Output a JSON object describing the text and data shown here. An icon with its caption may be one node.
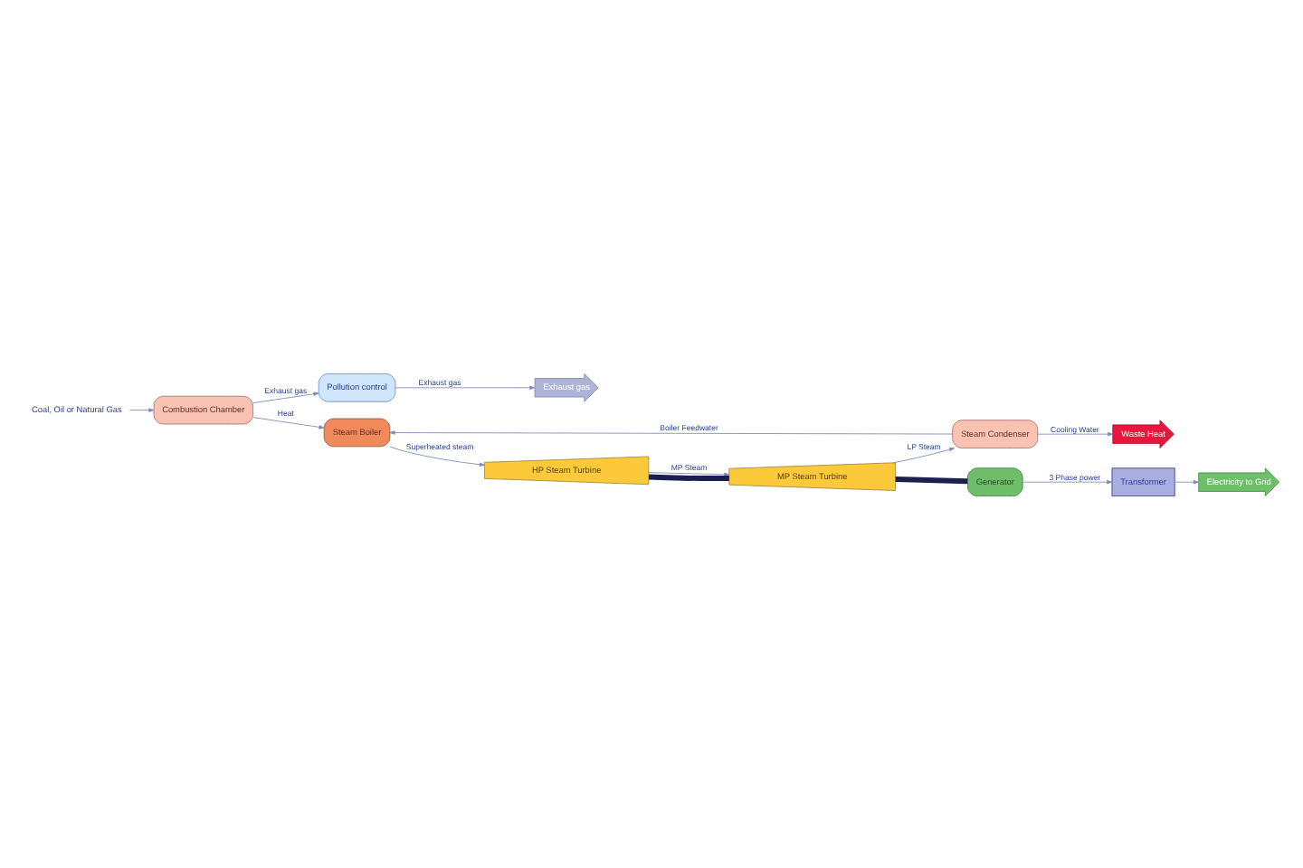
{
  "diagram": {
    "nodes": [
      {
        "text": [
          "Pollution control"
        ]
      },
      {
        "text": [
          "Exhaust gas"
        ]
      },
      {
        "text": [
          "Coal, Oil or Natural Gas"
        ]
      },
      {
        "text": [
          "Combustion Chamber"
        ]
      },
      {
        "text": [
          "Steam Boiler"
        ]
      },
      {
        "text": [
          "Steam Condenser"
        ]
      },
      {
        "text": [
          "Waste Heat"
        ]
      },
      {
        "text": [
          "HP Steam Turbine"
        ]
      },
      {
        "text": [
          "MP Steam Turbine"
        ]
      },
      {
        "text": [
          "Generator"
        ]
      },
      {
        "text": [
          "Transformer"
        ]
      },
      {
        "text": [
          "Electricity to Grid"
        ]
      }
    ],
    "edges": [
      {
        "from": 3,
        "to": 0,
        "arrow": "to",
        "label": "Exhaust gas"
      },
      {
        "from": 0,
        "to": 1,
        "arrow": "to",
        "label": "Exhaust gas"
      },
      {
        "from": 2,
        "to": 3,
        "arrow": "to"
      },
      {
        "from": 3,
        "to": 4,
        "arrow": "to",
        "label": "Heat"
      },
      {
        "from": 5,
        "to": 4,
        "arrow": "to",
        "label": "Boiler Feedwater"
      },
      {
        "from": 5,
        "to": 6,
        "arrow": "to",
        "label": "Cooling Water"
      },
      {
        "from": 4,
        "to": 7,
        "arrow": "to",
        "label": "Superheated steam"
      },
      {
        "from": 7,
        "to": 8,
        "arrow": "to",
        "label": "MP Steam"
      },
      {
        "from": 8,
        "to": 5,
        "arrow": "to",
        "label": "LP Steam"
      },
      {
        "from": 7,
        "to": 8,
        "arrow": "none",
        "style": "thick",
        "color": "#1a1f4d"
      },
      {
        "from": 8,
        "to": 9,
        "arrow": "none",
        "style": "thick",
        "color": "#1a1f4d"
      },
      {
        "from": 9,
        "to": 10,
        "arrow": "to",
        "label": "3 Phase power"
      },
      {
        "from": 10,
        "to": 11,
        "arrow": "to"
      }
    ]
  }
}
